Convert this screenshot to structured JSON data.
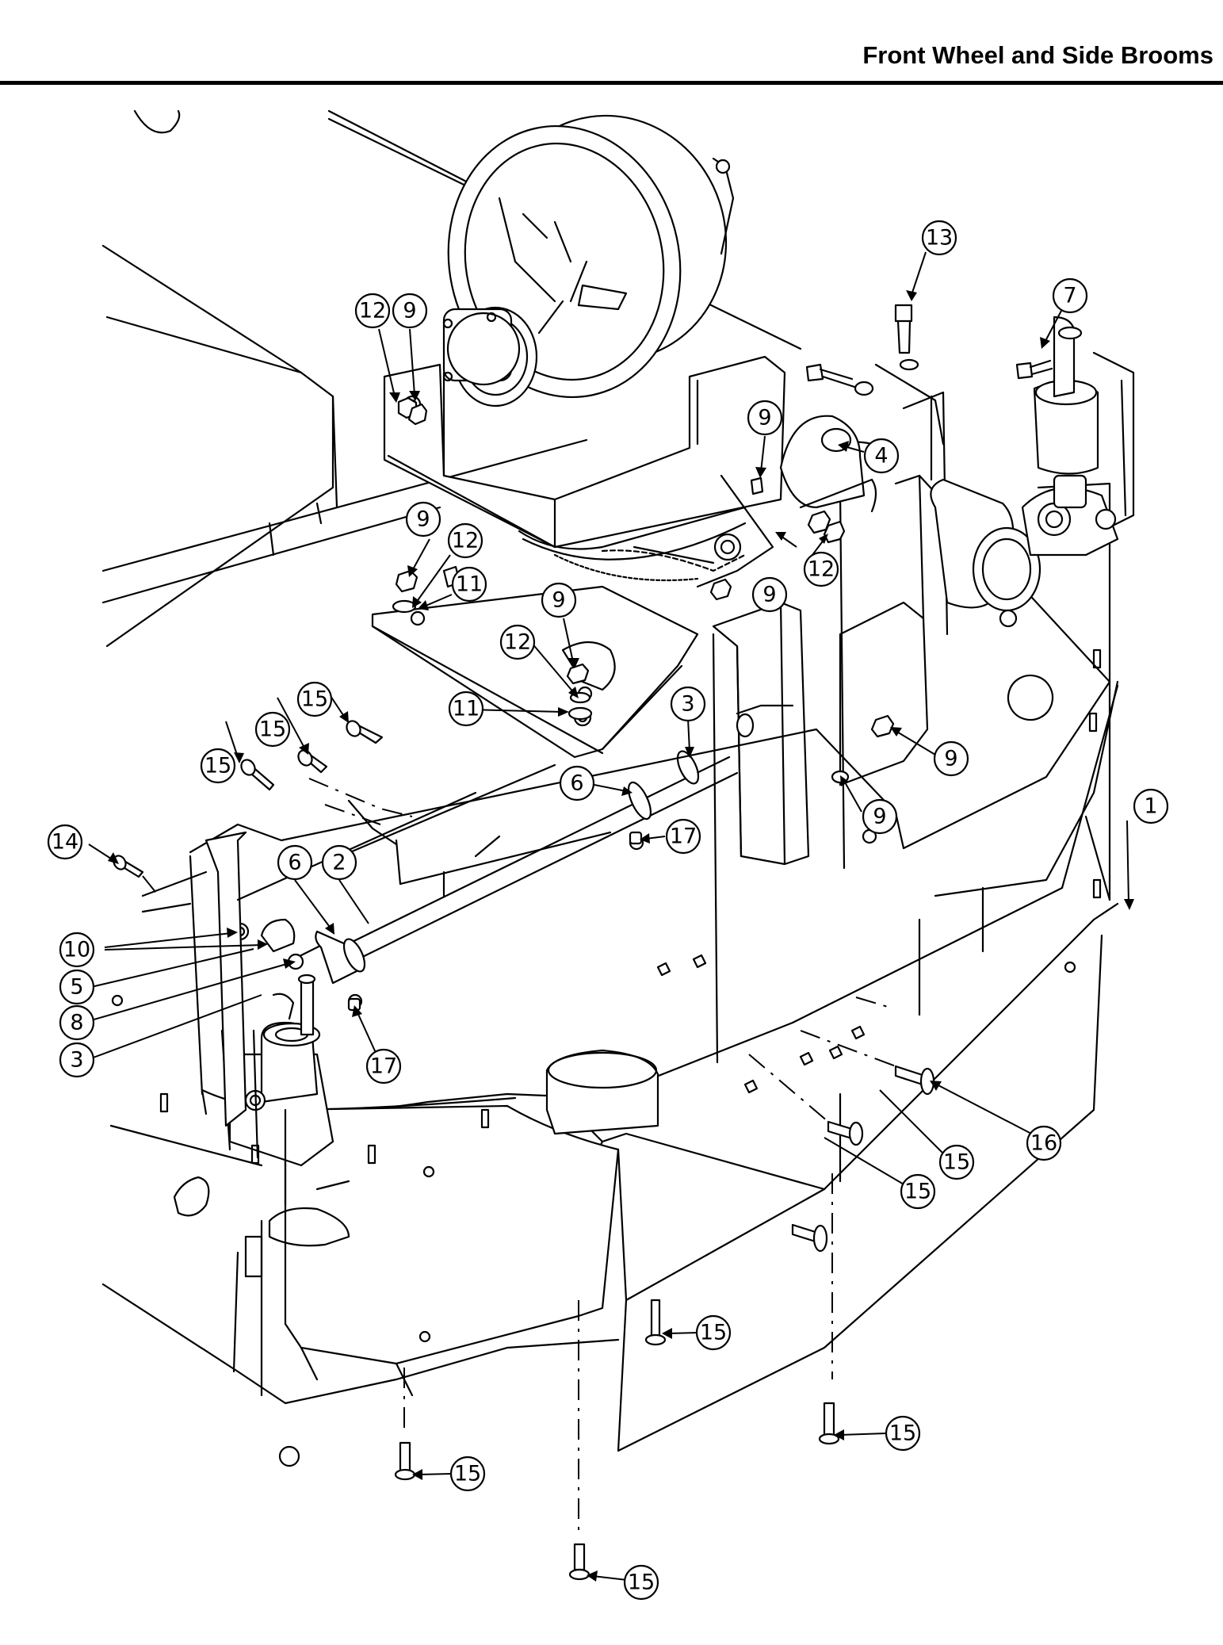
{
  "header": {
    "title": "Front Wheel and Side Brooms"
  },
  "callouts": [
    {
      "id": "c13",
      "label": "13"
    },
    {
      "id": "c7",
      "label": "7"
    },
    {
      "id": "c12a",
      "label": "12"
    },
    {
      "id": "c9a",
      "label": "9"
    },
    {
      "id": "c9b",
      "label": "9"
    },
    {
      "id": "c4",
      "label": "4"
    },
    {
      "id": "c9c",
      "label": "9"
    },
    {
      "id": "c12b",
      "label": "12"
    },
    {
      "id": "c11a",
      "label": "11"
    },
    {
      "id": "c9d",
      "label": "9"
    },
    {
      "id": "c12c",
      "label": "12"
    },
    {
      "id": "c12d",
      "label": "12"
    },
    {
      "id": "c9e",
      "label": "9"
    },
    {
      "id": "c11b",
      "label": "11"
    },
    {
      "id": "c15a",
      "label": "15"
    },
    {
      "id": "c15b",
      "label": "15"
    },
    {
      "id": "c15c",
      "label": "15"
    },
    {
      "id": "c3a",
      "label": "3"
    },
    {
      "id": "c6a",
      "label": "6"
    },
    {
      "id": "c9f",
      "label": "9"
    },
    {
      "id": "c9g",
      "label": "9"
    },
    {
      "id": "c17a",
      "label": "17"
    },
    {
      "id": "c14",
      "label": "14"
    },
    {
      "id": "c6b",
      "label": "6"
    },
    {
      "id": "c2",
      "label": "2"
    },
    {
      "id": "c1",
      "label": "1"
    },
    {
      "id": "c10",
      "label": "10"
    },
    {
      "id": "c5",
      "label": "5"
    },
    {
      "id": "c8",
      "label": "8"
    },
    {
      "id": "c3b",
      "label": "3"
    },
    {
      "id": "c17b",
      "label": "17"
    },
    {
      "id": "c16",
      "label": "16"
    },
    {
      "id": "c15d",
      "label": "15"
    },
    {
      "id": "c15e",
      "label": "15"
    },
    {
      "id": "c15f",
      "label": "15"
    },
    {
      "id": "c15g",
      "label": "15"
    },
    {
      "id": "c15h",
      "label": "15"
    },
    {
      "id": "c15i",
      "label": "15"
    }
  ]
}
